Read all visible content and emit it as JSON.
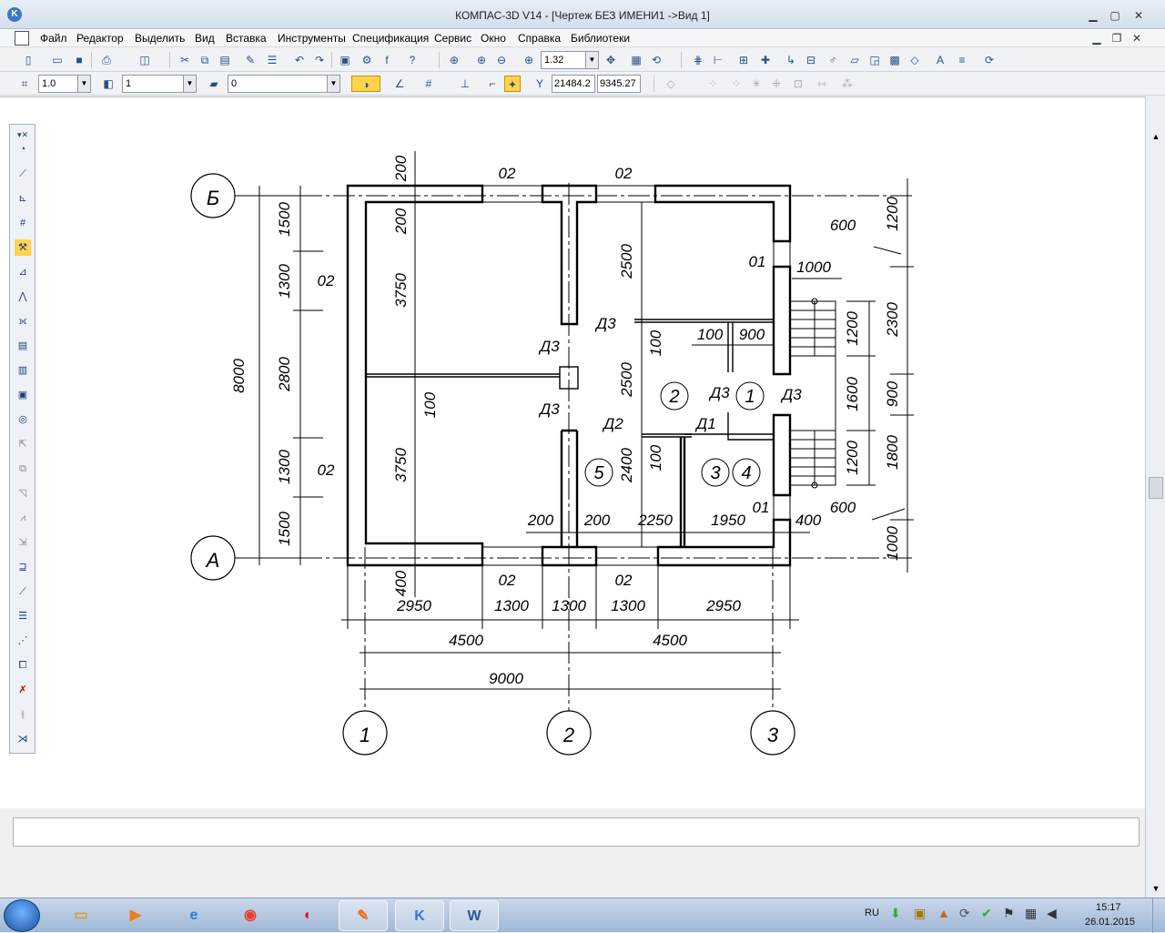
{
  "window": {
    "title": "КОМПАС-3D V14 - [Чертеж БЕЗ ИМЕНИ1 ->Вид 1]",
    "app_logo": "K"
  },
  "menu": [
    "Файл",
    "Редактор",
    "Выделить",
    "Вид",
    "Вставка",
    "Инструменты",
    "Спецификация",
    "Сервис",
    "Окно",
    "Справка",
    "Библиотеки"
  ],
  "toolbar2": {
    "scale": "1.32"
  },
  "toolbar3": {
    "line_width": "1.0",
    "layer": "1",
    "style": "0",
    "coord_x": "21484.2",
    "coord_y": "9345.27"
  },
  "drawing": {
    "axis_rows": [
      "Б",
      "А"
    ],
    "axis_cols": [
      "1",
      "2",
      "3"
    ],
    "dims": {
      "left_total": "8000",
      "left_segments": [
        "1500",
        "1300",
        "2800",
        "1300",
        "1500"
      ],
      "right_segments": [
        "1200",
        "2300",
        "900",
        "1800",
        "1000"
      ],
      "bottom_row1": [
        "2950",
        "1300",
        "1300",
        "1300",
        "2950"
      ],
      "bottom_row2": [
        "4500",
        "4500"
      ],
      "bottom_total": "9000",
      "top_labels": [
        "200",
        "02",
        "02"
      ],
      "inner": [
        "200",
        "3750",
        "3750",
        "100",
        "2500",
        "2500",
        "100",
        "100",
        "900",
        "1200",
        "1600",
        "1200",
        "1000",
        "600",
        "600",
        "2400",
        "100",
        "200",
        "200",
        "2250",
        "1950",
        "400",
        "400"
      ]
    },
    "windows": [
      "02",
      "02",
      "02",
      "02",
      "02",
      "02",
      "01",
      "01"
    ],
    "doors": [
      "Д3",
      "Д3",
      "Д3",
      "Д3",
      "Д3",
      "Д2",
      "Д1"
    ],
    "rooms": [
      "1",
      "2",
      "3",
      "4",
      "5"
    ]
  },
  "tray": {
    "lang": "RU",
    "time": "15:17",
    "date": "26.01.2015"
  },
  "taskbar": [
    "explorer",
    "media-player",
    "internet-explorer",
    "chrome",
    "cad-app",
    "paint",
    "kompas",
    "word"
  ]
}
